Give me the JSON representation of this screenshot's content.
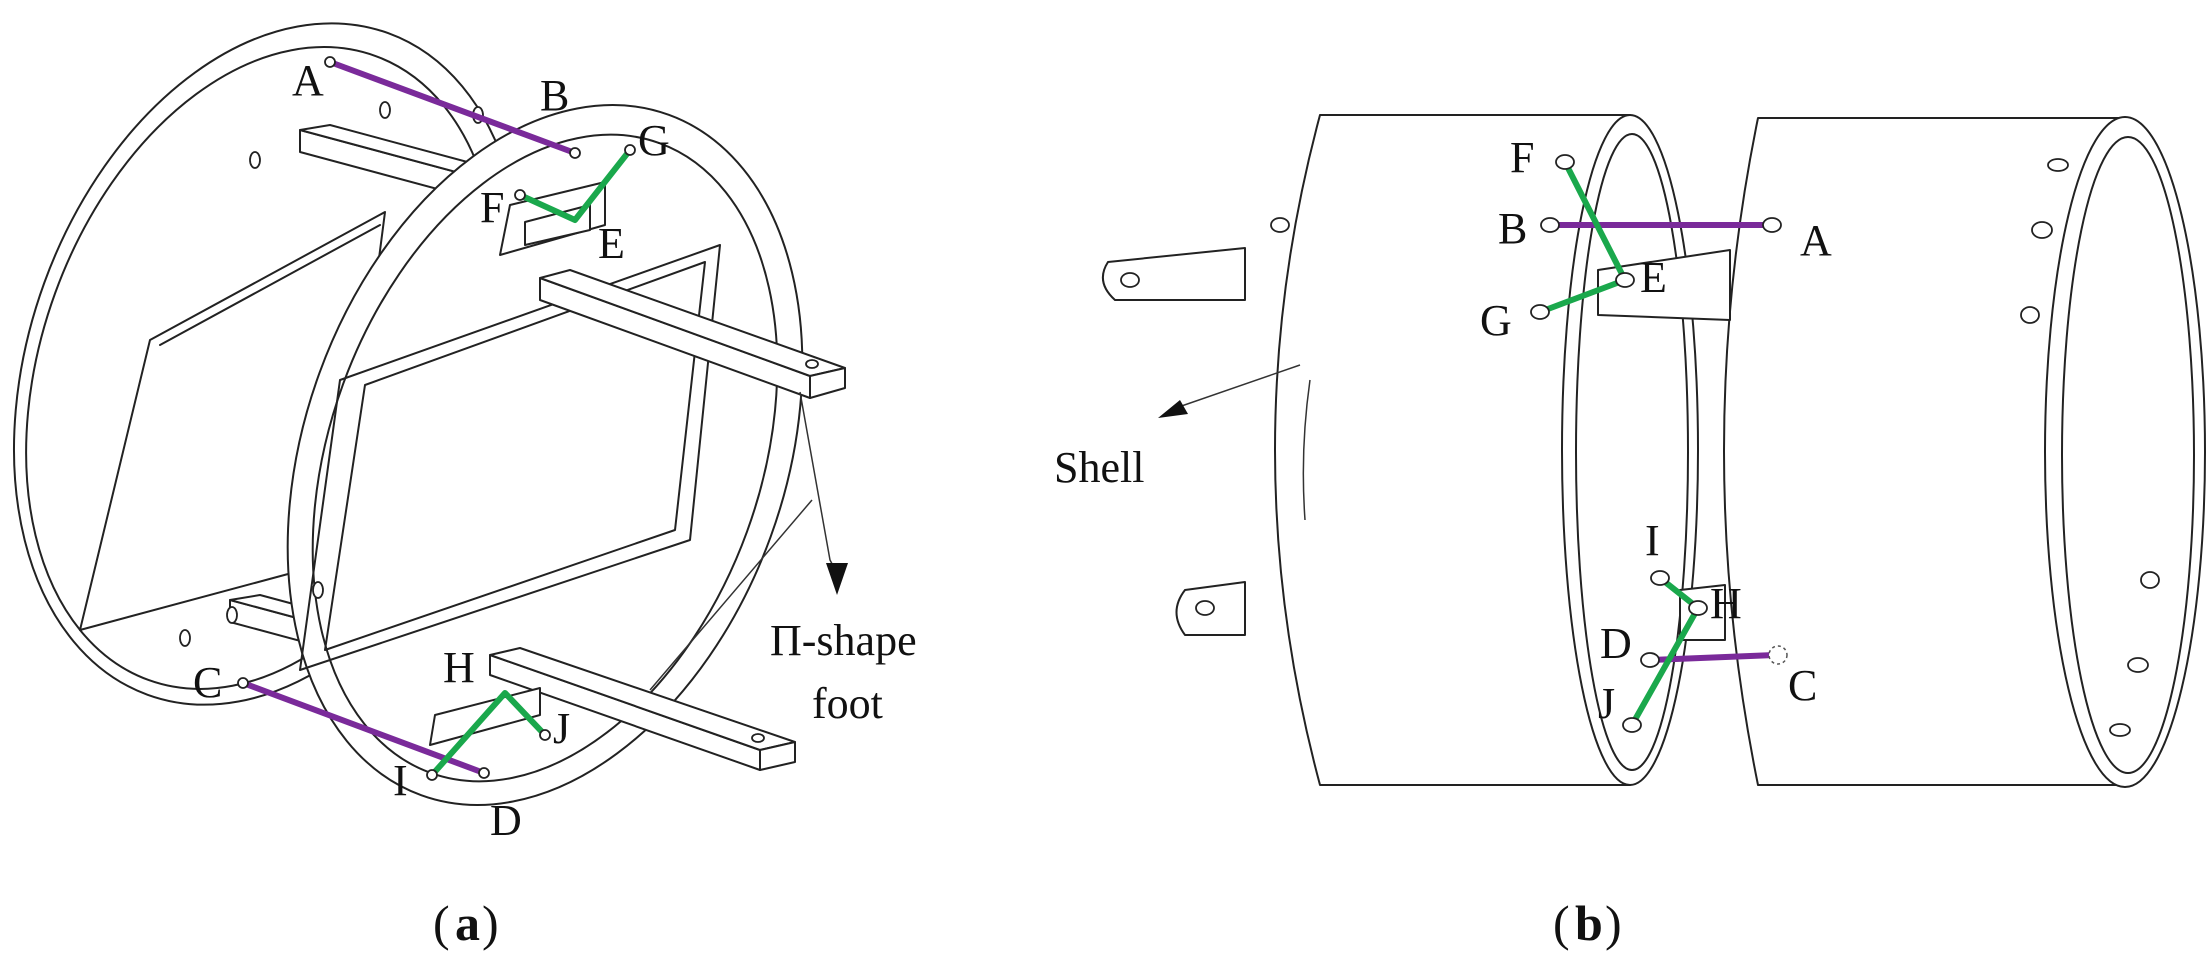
{
  "panel_a": {
    "caption_open": "(",
    "caption_letter": "a",
    "caption_close": ")",
    "annotation_line1": "Π-shape",
    "annotation_line2": "foot",
    "points": {
      "A": "A",
      "B": "B",
      "C": "C",
      "D": "D",
      "E": "E",
      "F": "F",
      "G": "G",
      "H": "H",
      "I": "I",
      "J": "J"
    }
  },
  "panel_b": {
    "caption_open": "(",
    "caption_letter": "b",
    "caption_close": ")",
    "annotation": "Shell",
    "points": {
      "A": "A",
      "B": "B",
      "C": "C",
      "D": "D",
      "E": "E",
      "F": "F",
      "G": "G",
      "H": "H",
      "I": "I",
      "J": "J"
    }
  },
  "colors": {
    "link_purple": "#7a2a9a",
    "link_green": "#1aa84c",
    "line": "#222222",
    "background": "#ffffff"
  }
}
